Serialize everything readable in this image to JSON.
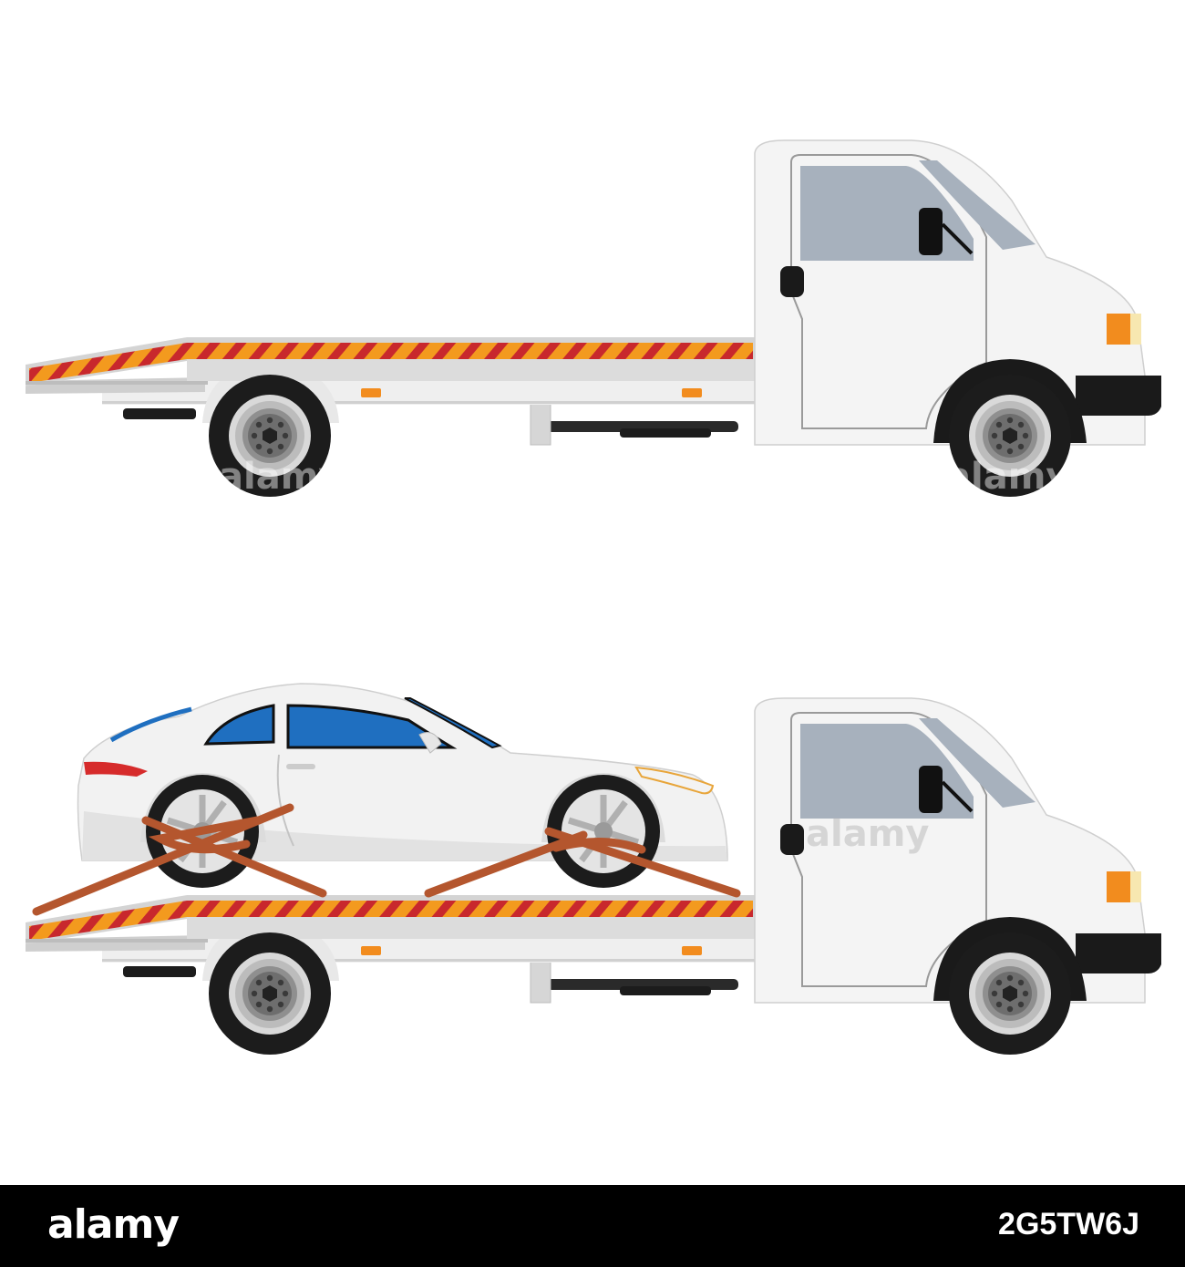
{
  "colors": {
    "truck_white": "#f4f4f4",
    "deck_orange": "#f39a1e",
    "deck_red": "#c8282d",
    "window_grey": "#a7b1bd",
    "car_glass_blue": "#1f6fc0",
    "strap_brown": "#b4562e",
    "indicator_orange": "#f28c1e",
    "footer_black": "#000000"
  },
  "scenes": [
    {
      "label": "empty",
      "has_car": false
    },
    {
      "label": "loaded",
      "has_car": true
    }
  ],
  "watermark": {
    "text": "alamy"
  },
  "footer": {
    "logo": "alamy",
    "stock_id": "2G5TW6J"
  }
}
